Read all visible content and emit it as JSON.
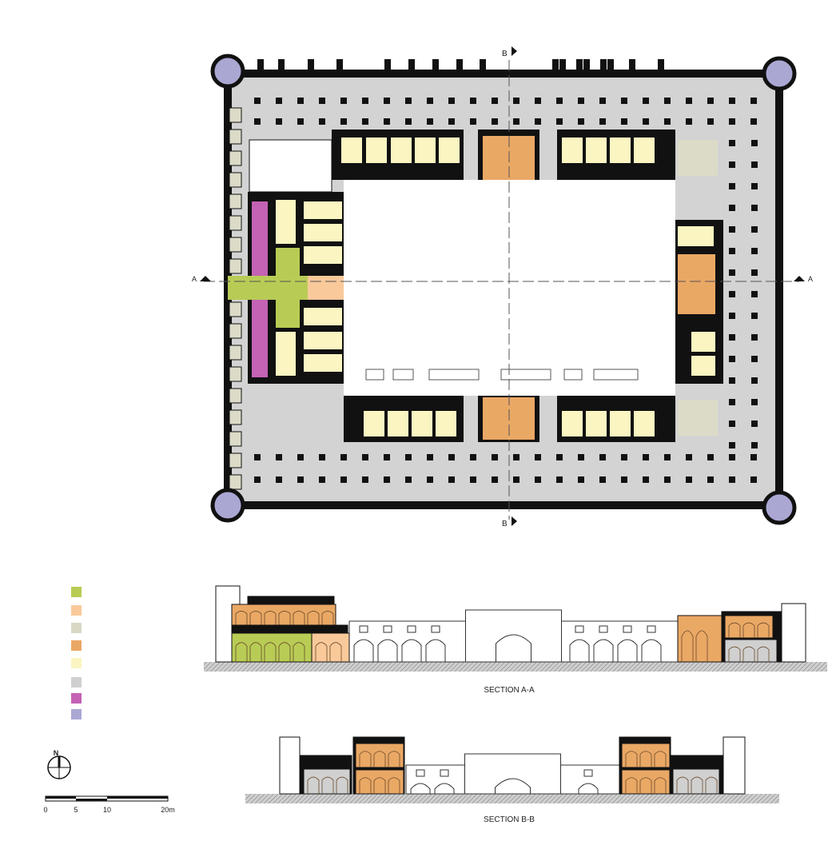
{
  "plan": {
    "section_markers": {
      "a_left": "A",
      "a_right": "A",
      "b_top": "B",
      "b_bottom": "B"
    },
    "colors": {
      "wall": "#111111",
      "arcade": "#d3d3d3",
      "tower": "#aaa8d3",
      "room_cream": "#fbf5c2",
      "room_orange": "#eaa865",
      "room_light_orange": "#f9c99a",
      "room_green": "#b8cc55",
      "room_magenta": "#c462b4",
      "room_beige": "#dcdbc8"
    }
  },
  "legend": {
    "swatches": [
      {
        "color": "#b8cc55"
      },
      {
        "color": "#f9c99a"
      },
      {
        "color": "#d9d8c5"
      },
      {
        "color": "#eaa865"
      },
      {
        "color": "#fbf5c2"
      },
      {
        "color": "#d0d0d0"
      },
      {
        "color": "#c462b4"
      },
      {
        "color": "#aaa8d3"
      }
    ]
  },
  "north_arrow": {
    "label": "N"
  },
  "scale_bar": {
    "ticks": [
      "0",
      "5",
      "10",
      "20m"
    ]
  },
  "sections": {
    "a": {
      "title": "SECTION A-A"
    },
    "b": {
      "title": "SECTION B-B"
    }
  }
}
